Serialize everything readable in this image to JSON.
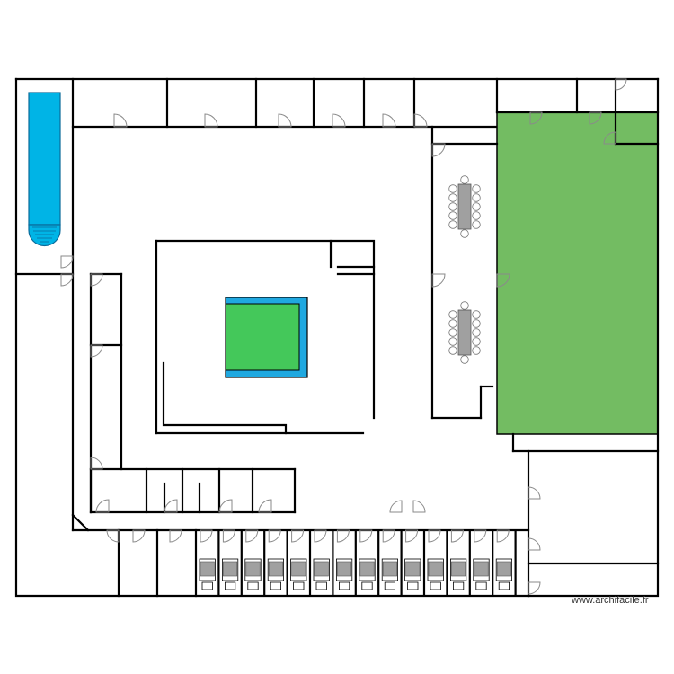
{
  "watermark": "www.archifacile.fr",
  "colors": {
    "pool": "#00b4e6",
    "pool_outline": "#0b6b9a",
    "garden": "#73bc62",
    "patio_green": "#44c85a",
    "patio_border": "#1fa8e0",
    "table": "#a0a0a0",
    "wall": "#000000",
    "door": "#8a8a8a"
  },
  "icons": {
    "pool": "swimming-pool-icon",
    "pool_steps": "pool-steps-icon",
    "meeting_table": "meeting-table-icon",
    "bed": "bed-icon",
    "door": "door-swing-icon"
  },
  "counts": {
    "meeting_tables": 2,
    "bedrooms": 14
  }
}
